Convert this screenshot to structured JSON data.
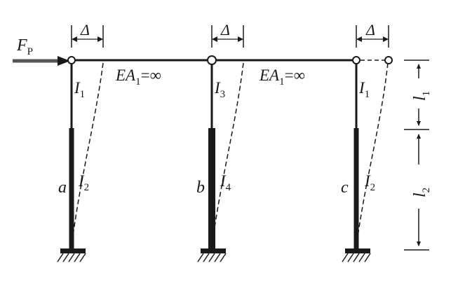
{
  "load": {
    "symbol": "F",
    "subscript": "P"
  },
  "displacement": {
    "symbol": "Δ"
  },
  "beams": [
    {
      "id": "beam-ab",
      "label_main": "EA",
      "label_sub": "1",
      "label_tail": "=∞"
    },
    {
      "id": "beam-bc",
      "label_main": "EA",
      "label_sub": "1",
      "label_tail": "=∞"
    }
  ],
  "columns": [
    {
      "id": "a",
      "label": "a",
      "upper_I": "I",
      "upper_sub": "1",
      "lower_I": "I",
      "lower_sub": "2"
    },
    {
      "id": "b",
      "label": "b",
      "upper_I": "I",
      "upper_sub": "3",
      "lower_I": "I",
      "lower_sub": "4"
    },
    {
      "id": "c",
      "label": "c",
      "upper_I": "I",
      "upper_sub": "1",
      "lower_I": "I",
      "lower_sub": "2"
    }
  ],
  "dimensions": {
    "upper": {
      "symbol": "l",
      "subscript": "1"
    },
    "lower": {
      "symbol": "l",
      "subscript": "2"
    }
  },
  "colors": {
    "ink": "#1a1a1a",
    "background": "#ffffff"
  }
}
